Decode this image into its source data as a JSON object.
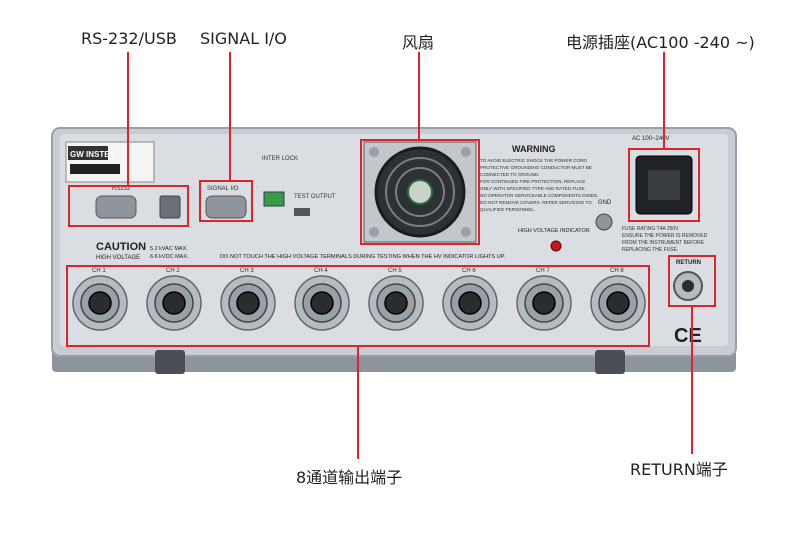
{
  "callouts": {
    "rs232_usb": "RS-232/USB",
    "signal_io": "SIGNAL I/O",
    "fan": "风扇",
    "power_socket": "电源插座(AC100 -240 ~)",
    "channels": "8通道输出端子",
    "return_terminal": "RETURN端子"
  },
  "panel": {
    "brand": "GW INSTEK",
    "rs232_label": "RS232",
    "signal_label": "SIGNAL I/O",
    "interlock_label": "INTER LOCK",
    "test_output_label": "TEST OUTPUT",
    "warning_title": "WARNING",
    "warning_text": [
      "TO AVOID ELECTRIC SHOCK THE POWER CORD",
      "PROTECTIVE GROUNDING CONDUCTOR MUST BE",
      "CONNECTED TO GROUND.",
      "FOR CONTINUED FIRE PROTECTION, REPLACE",
      "ONLY WITH SPECIFIED TYPE AND RATED FUSE.",
      "NO OPERATOR SERVICEABLE COMPONENTS INSIDE.",
      "DO NOT REMOVE COVERS. REFER SERVICING TO",
      "QUALIFIED PERSONNEL."
    ],
    "hv_indicator_label": "HIGH VOLTAGE INDICATOR",
    "gnd_label": "GND",
    "ac_rating": "AC 100~240V",
    "fuse_text": [
      "FUSE RATING T4A 250V",
      "ENSURE THE POWER IS REMOVED",
      "FROM THE INSTRUMENT BEFORE",
      "REPLACING THE FUSE."
    ],
    "caution_title": "CAUTION",
    "caution_sub": "HIGH VOLTAGE",
    "caution_ratings": [
      "5.2 kVAC MAX.",
      "6.6 kVDC MAX."
    ],
    "hv_warning": "DO NOT TOUCH THE HIGH VOLTAGE TERMINALS DURING TESTING WHEN THE HV INDICATOR LIGHTS UP.",
    "channel_labels": [
      "CH 1",
      "CH 2",
      "CH 3",
      "CH 4",
      "CH 5",
      "CH 6",
      "CH 7",
      "CH 8"
    ],
    "return_label": "RETURN",
    "ce_mark": "CE"
  },
  "colors": {
    "accent_red": "#d8262c",
    "panel_face": "#d3d7dc",
    "panel_dark": "#6b7078",
    "terminal_ring": "#b5bbc2"
  }
}
